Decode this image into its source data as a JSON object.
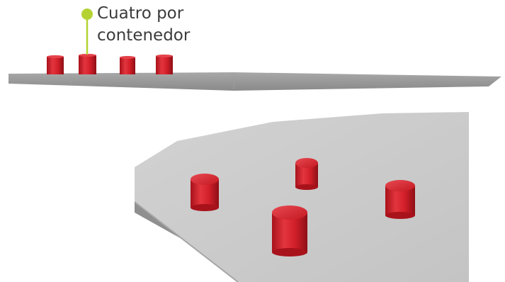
{
  "callout": {
    "line1": "Cuatro por",
    "line2": "contenedor",
    "dot_color": "#b4d333"
  },
  "colors": {
    "plate": "#c9c9c9",
    "plate_edge": "#8e8e8e",
    "cylinder": "#d3212c"
  },
  "side_view": {
    "cylinder_count": 4
  },
  "top_view": {
    "cylinder_count": 4
  }
}
